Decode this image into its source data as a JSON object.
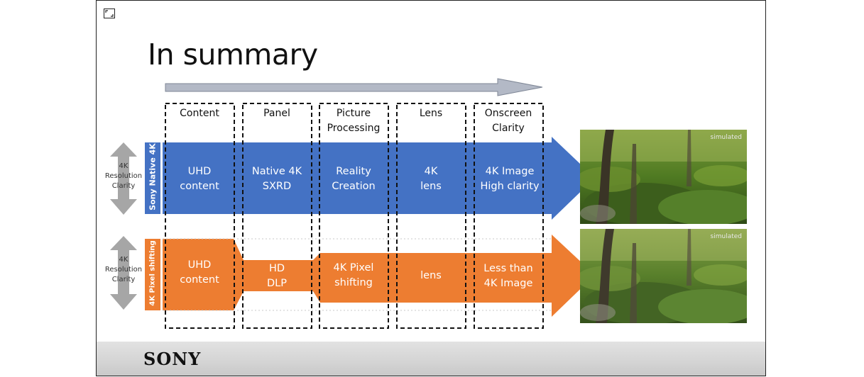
{
  "title": "In summary",
  "brand": "SONY",
  "stages": [
    {
      "label": "Content"
    },
    {
      "label": "Panel"
    },
    {
      "label": "Picture\nProcessing"
    },
    {
      "label": "Lens"
    },
    {
      "label": "Onscreen\nClarity"
    }
  ],
  "rows": [
    {
      "side_label": "4K\nResolution\nClarity",
      "name": "Sony Native 4K",
      "color": "#4472c4",
      "cells": [
        "UHD\ncontent",
        "Native 4K\nSXRD",
        "Reality\nCreation",
        "4K\nlens",
        "4K Image\nHigh clarity"
      ],
      "photo_label": "simulated"
    },
    {
      "side_label": "4K\nResolution\nClarity",
      "name": "4K Pixel shifting",
      "color": "#ed7d31",
      "cells": [
        "UHD\ncontent",
        "HD\nDLP",
        "4K Pixel\nshifting",
        "lens",
        "Less than\n4K Image"
      ],
      "photo_label": "simulated"
    }
  ],
  "colors": {
    "arrow_gray": "#b3b9c6",
    "side_arrow": "#a6a6a6"
  },
  "icons": {
    "expand": "expand-icon"
  }
}
